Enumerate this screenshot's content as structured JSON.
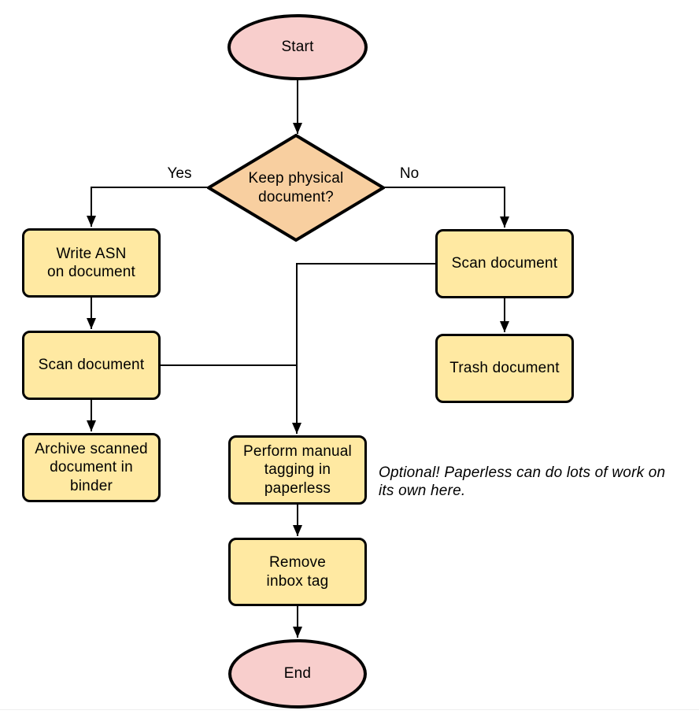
{
  "diagram": {
    "nodes": {
      "start": "Start",
      "decision": "Keep physical\ndocument?",
      "write_asn": "Write ASN\non document",
      "scan_left": "Scan document",
      "archive": "Archive scanned\ndocument in\nbinder",
      "scan_right": "Scan document",
      "trash": "Trash document",
      "tagging": "Perform manual\ntagging in\npaperless",
      "remove_inbox": "Remove\ninbox tag",
      "end": "End"
    },
    "edge_labels": {
      "yes": "Yes",
      "no": "No"
    },
    "note": "Optional! Paperless can do lots of work on\nits own here.",
    "colors": {
      "terminator_fill": "#f8cecc",
      "decision_fill": "#f8cfa0",
      "process_fill": "#ffe9a2",
      "stroke": "#000000"
    }
  }
}
